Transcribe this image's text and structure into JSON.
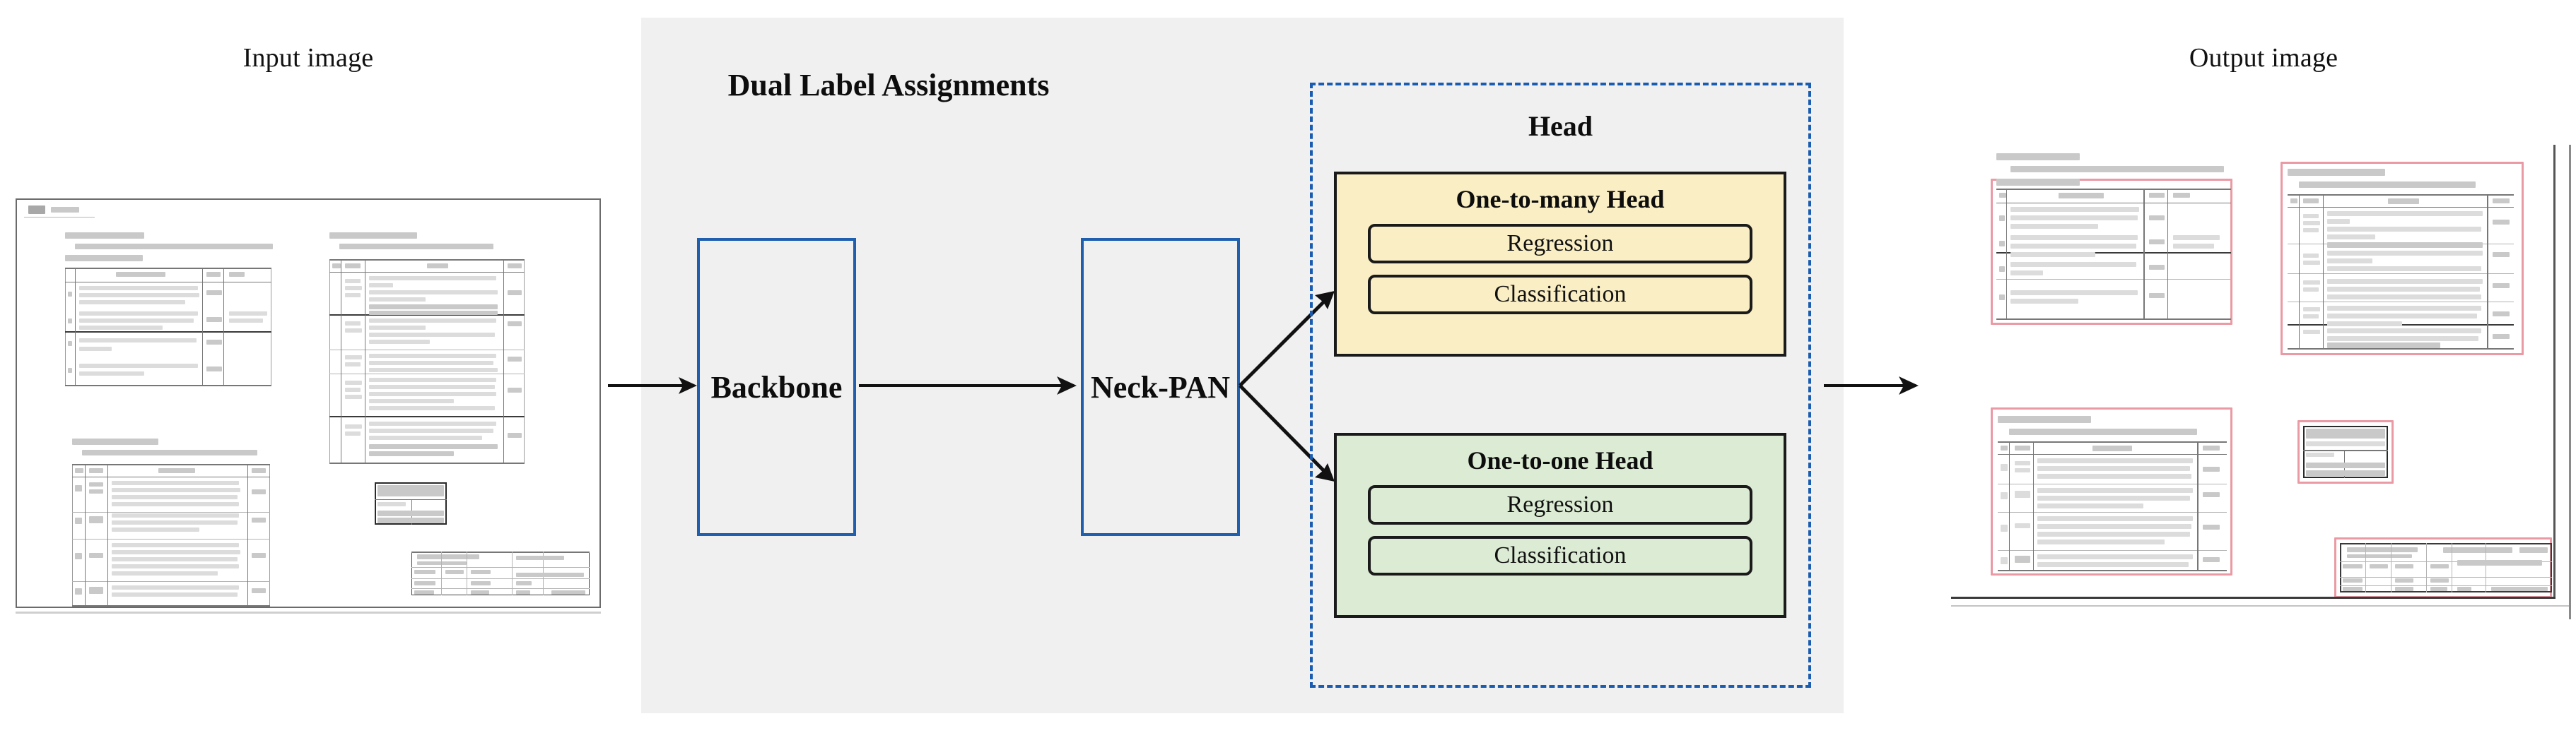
{
  "captions": {
    "input": "Input image",
    "output": "Output image"
  },
  "middle_panel": {
    "title": "Dual Label Assignments",
    "background_color": "#f0f0f0"
  },
  "pipeline": {
    "backbone": {
      "label": "Backbone",
      "border_color": "#1f5fae"
    },
    "neck": {
      "label": "Neck-PAN",
      "border_color": "#1f5fae"
    }
  },
  "head": {
    "title": "Head",
    "dashed_border_color": "#1a5cb0",
    "panels": [
      {
        "id": "one-to-many",
        "title": "One-to-many Head",
        "fill_color": "#faeec4",
        "items": [
          "Regression",
          "Classification"
        ]
      },
      {
        "id": "one-to-one",
        "title": "One-to-one Head",
        "fill_color": "#dcecd4",
        "items": [
          "Regression",
          "Classification"
        ]
      }
    ]
  },
  "arrows": {
    "input_to_backbone": "arrow-right",
    "backbone_to_neck": "arrow-right",
    "neck_to_one_to_many": "arrow-diagonal-up-right",
    "neck_to_one_to_one": "arrow-diagonal-down-right",
    "head_to_output": "arrow-right",
    "color": "#111111"
  },
  "input_image": {
    "type": "scanned-engineering-document",
    "description": "Technical specification sheet with three tables and a title block",
    "frame_color": "#6b6b6b"
  },
  "output_image": {
    "type": "scanned-engineering-document-with-detections",
    "description": "Same document with detected table regions outlined",
    "detection_box_color": "#ea9aa4",
    "detection_count": 5
  }
}
